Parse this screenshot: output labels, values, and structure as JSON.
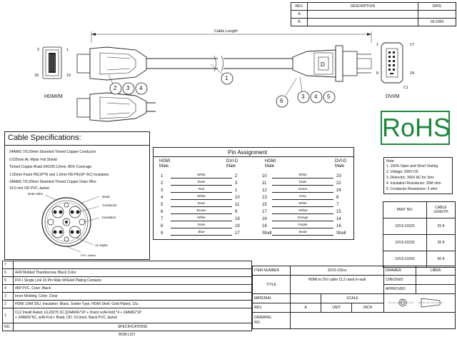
{
  "revision_table": {
    "headers": [
      "REV.",
      "DESCRIPTION",
      "DATE"
    ],
    "rows": [
      {
        "rev": "A",
        "description": "",
        "date": ""
      },
      {
        "rev": "B",
        "description": "",
        "date": "03-2009"
      }
    ]
  },
  "drawing": {
    "cable_length_label": "Cable Length",
    "hdmi_label": "HDMI/M",
    "dvi_label": "DVI/M",
    "hdmi_pins": {
      "top_left": "2",
      "top_right": "1",
      "bottom_left": "18",
      "bottom_right": "19"
    },
    "dvi_pins": {
      "p1": "1",
      "p17": "17",
      "p8": "8",
      "p24": "24",
      "c1": "C1"
    },
    "callouts": [
      "1",
      "2",
      "3",
      "4",
      "3",
      "4",
      "5",
      "6"
    ]
  },
  "rohs": {
    "text": "RoHS"
  },
  "cable_specs": {
    "title": "Cable Specifications:",
    "lines": [
      "24AWG 7/0.20mm Stranded Tinned Copper Conductor",
      "0.025mm AL-Mylar Foil Shield",
      "Tinned Copper Braid 24/10/0.12mm, 85% Coverage",
      "1.55mm Foam PE(1P*4) and 1.0mm HD-PE(1P~5C) Insulation",
      "24AWG 7/0.20mm Stranded Tinned Copper Drain Wire",
      "10.0 mm OD PVC Jacket"
    ],
    "cross_section_labels": {
      "drain": "Drain Wire",
      "braid": "Braid",
      "conductor": "Conductor",
      "insulation": "Insulation",
      "mylar": "AL-Mylar",
      "jacket": "PVC Jacket"
    }
  },
  "pin_assignment": {
    "title": "Pin Assignment",
    "left_header_a": "HDMI\nMale",
    "left_header_b": "DVI-D\nMale",
    "right_header_a": "HDMI\nMale",
    "right_header_b": "DVI-D\nMale",
    "left_rows": [
      {
        "hdmi": "1",
        "color": "White",
        "dvi": "2"
      },
      {
        "hdmi": "2",
        "color": "Drain",
        "dvi": "3"
      },
      {
        "hdmi": "3",
        "color": "Red",
        "dvi": "1"
      },
      {
        "hdmi": "4",
        "color": "White",
        "dvi": "10"
      },
      {
        "hdmi": "5",
        "color": "Drain",
        "dvi": "11"
      },
      {
        "hdmi": "6",
        "color": "Brown",
        "dvi": "9"
      },
      {
        "hdmi": "7",
        "color": "White",
        "dvi": "18"
      },
      {
        "hdmi": "8",
        "color": "Drain",
        "dvi": "19"
      },
      {
        "hdmi": "9",
        "color": "Blue",
        "dvi": "17"
      }
    ],
    "right_rows": [
      {
        "hdmi": "10",
        "color": "White",
        "dvi": "23"
      },
      {
        "hdmi": "11",
        "color": "Drain",
        "dvi": "22"
      },
      {
        "hdmi": "12",
        "color": "Green",
        "dvi": "24"
      },
      {
        "hdmi": "13",
        "color": "Grey",
        "dvi": "6"
      },
      {
        "hdmi": "15",
        "color": "White",
        "dvi": "7"
      },
      {
        "hdmi": "17",
        "color": "Yellow",
        "dvi": "15"
      },
      {
        "hdmi": "16",
        "color": "Orange",
        "dvi": "14"
      },
      {
        "hdmi": "18",
        "color": "Purple",
        "dvi": "16"
      },
      {
        "hdmi": "Shell",
        "color": "Braid",
        "dvi": "Shell"
      }
    ]
  },
  "notes": {
    "title": "Note:",
    "lines": [
      "1. 100% Open and Short Testing",
      "2. Voltage: 500V DC",
      "3. Dielectric: 300V AC for 3ms",
      "4. Insulation Resistence: 20M ohm",
      "5. Conductor Resistence: 3 ohm"
    ]
  },
  "parts": {
    "header_part": "PART NO.",
    "header_length": "CABLE\nLENGTH",
    "rows": [
      {
        "part": "10V3-21525",
        "length": "25 ft"
      },
      {
        "part": "10V3-21535",
        "length": "35 ft"
      },
      {
        "part": "10V3-21550",
        "length": "50 ft"
      }
    ]
  },
  "bom": {
    "rows": [
      {
        "no": "7",
        "spec": ""
      },
      {
        "no": "6",
        "spec": "4/40 Molded Thumbscrew, Black Color"
      },
      {
        "no": "5",
        "spec": "DVI-I Single Link 19 Pin Male W/Gold Plating Contacts"
      },
      {
        "no": "4",
        "spec": "45P PVC, Color: Black"
      },
      {
        "no": "3",
        "spec": "Inner Molding, Color: Clear"
      },
      {
        "no": "2",
        "spec": "HDMI 19/M 30U, Insulation: Black, Solder Type, HDMI Shell: Gold Plated, 15u"
      },
      {
        "no": "1",
        "spec": "CL2 Inwall Rated, UL20276 3C [(24AWG*1P + Drain) w/Al-Foil] *4 + 24AWG*1P\n+ 24AWG*5C, w/Al-Foil + Braid, OD: 10.0mm, Black PVC Jacket"
      }
    ],
    "footer_no": "NO.",
    "footer_spec": "SPECIFICATIONS",
    "list_label": "BOM LIST"
  },
  "title_block": {
    "item_number_label": "ITEM NUMBER",
    "item_number": "10V3-215xx",
    "drawer_label": "DRAWER",
    "drawer": "LIBRA",
    "title_label": "TITLE",
    "title": "HDMI to DVI cable CL2 rated In-wall",
    "checked_label": "CHECKED",
    "approved_label": "APPROVED",
    "material_label": "MATERIAL",
    "scale_label": "SCALE",
    "rev_label": "REV.",
    "rev": "A",
    "unit_label": "UNIT",
    "unit": "INCH",
    "drawing_no_label": "DRAWING\nNO:"
  }
}
